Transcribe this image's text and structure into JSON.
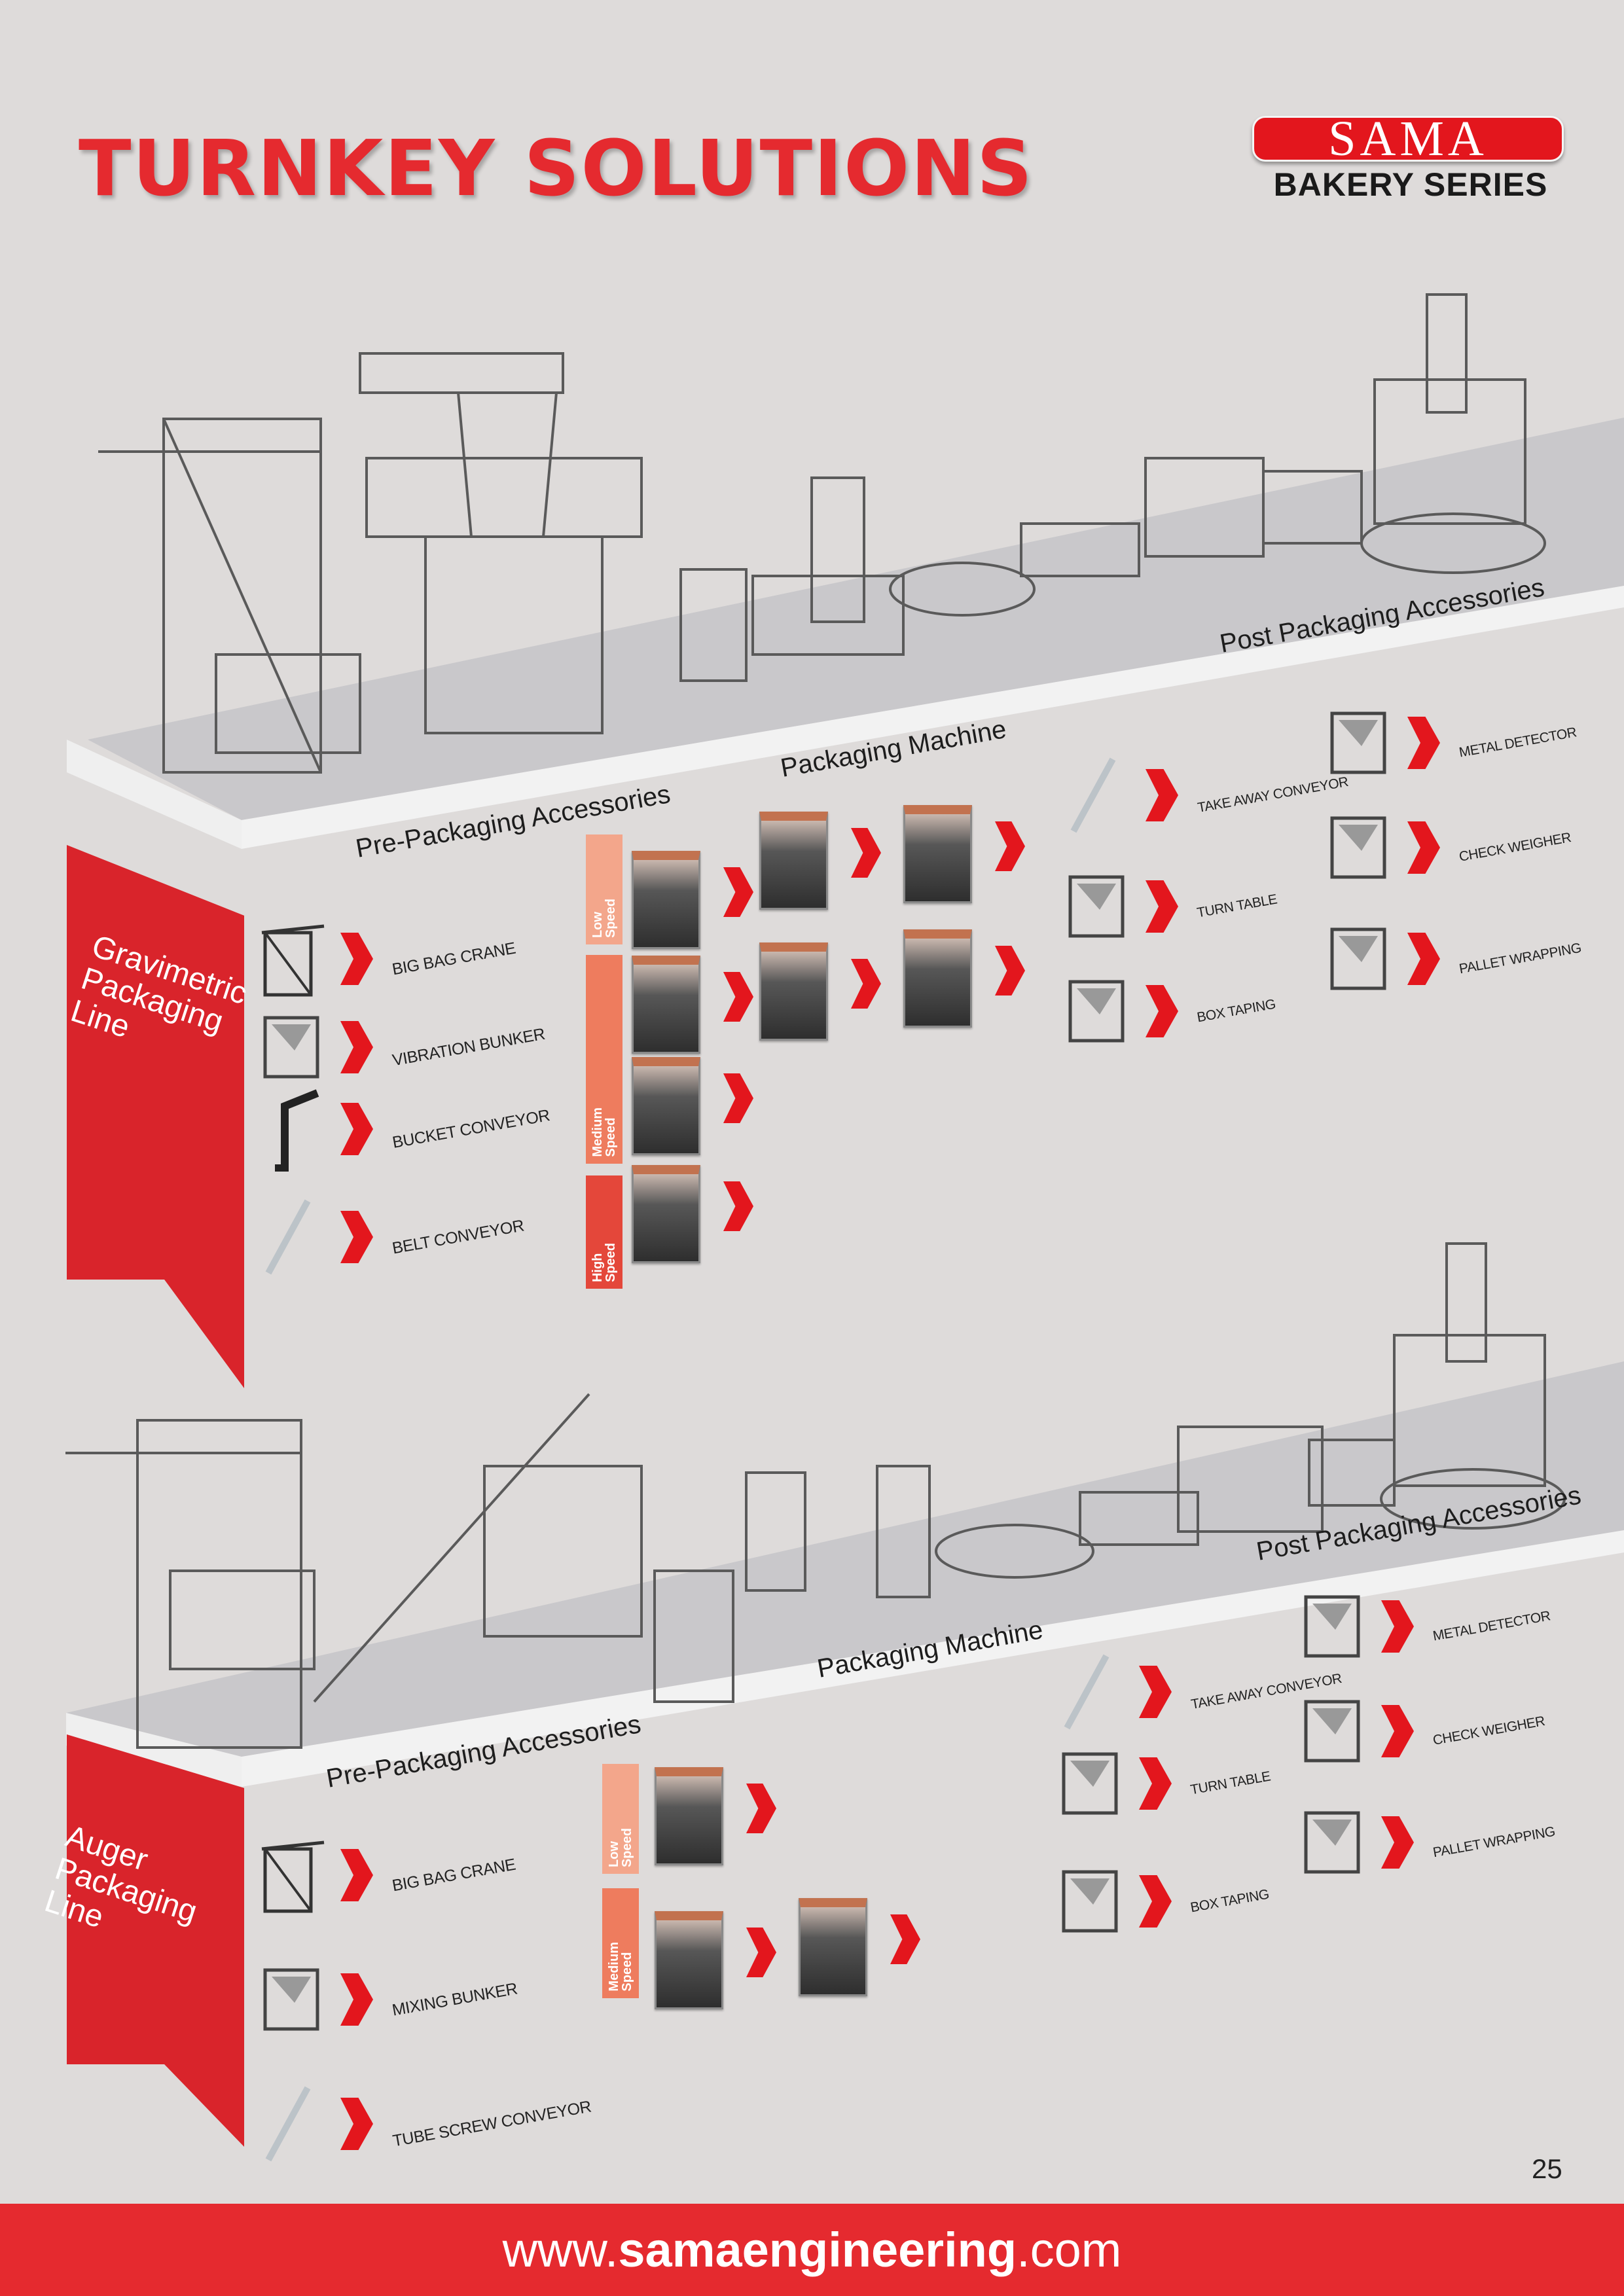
{
  "header": {
    "title": "TURNKEY SOLUTIONS",
    "logo_brand": "SAMA",
    "logo_sub": "BAKERY SERIES"
  },
  "lines": [
    {
      "name": "Gravimetric\nPackaging\nLine",
      "pre_label": "Pre-Packaging Accessories",
      "machine_label": "Packaging Machine",
      "post_label": "Post Packaging Accessories",
      "pre_items": [
        "BIG BAG CRANE",
        "VIBRATION BUNKER",
        "BUCKET CONVEYOR",
        "BELT CONVEYOR"
      ],
      "speeds": [
        {
          "label": "Low\nSpeed",
          "color": "#f3a68b"
        },
        {
          "label": "Medium\nSpeed",
          "color": "#ee7c5e"
        },
        {
          "label": "High\nSpeed",
          "color": "#e4473a"
        }
      ],
      "post_left": [
        "TAKE AWAY CONVEYOR",
        "TURN TABLE",
        "BOX TAPING"
      ],
      "post_right": [
        "METAL DETECTOR",
        "CHECK WEIGHER",
        "PALLET WRAPPING"
      ]
    },
    {
      "name": "Auger\nPackaging\nLine",
      "pre_label": "Pre-Packaging Accessories",
      "machine_label": "Packaging Machine",
      "post_label": "Post Packaging Accessories",
      "pre_items": [
        "BIG BAG CRANE",
        "MIXING BUNKER",
        "TUBE SCREW CONVEYOR"
      ],
      "speeds": [
        {
          "label": "Low\nSpeed",
          "color": "#f3a68b"
        },
        {
          "label": "Medium\nSpeed",
          "color": "#ee7c5e"
        }
      ],
      "post_left": [
        "TAKE AWAY CONVEYOR",
        "TURN TABLE",
        "BOX TAPING"
      ],
      "post_right": [
        "METAL DETECTOR",
        "CHECK WEIGHER",
        "PALLET WRAPPING"
      ]
    }
  ],
  "page_number": "25",
  "footer": {
    "prefix": "www.",
    "domain": "samaengineering",
    "suffix": ".com"
  },
  "colors": {
    "brand_red": "#e52a2f",
    "background": "#dedbda"
  }
}
